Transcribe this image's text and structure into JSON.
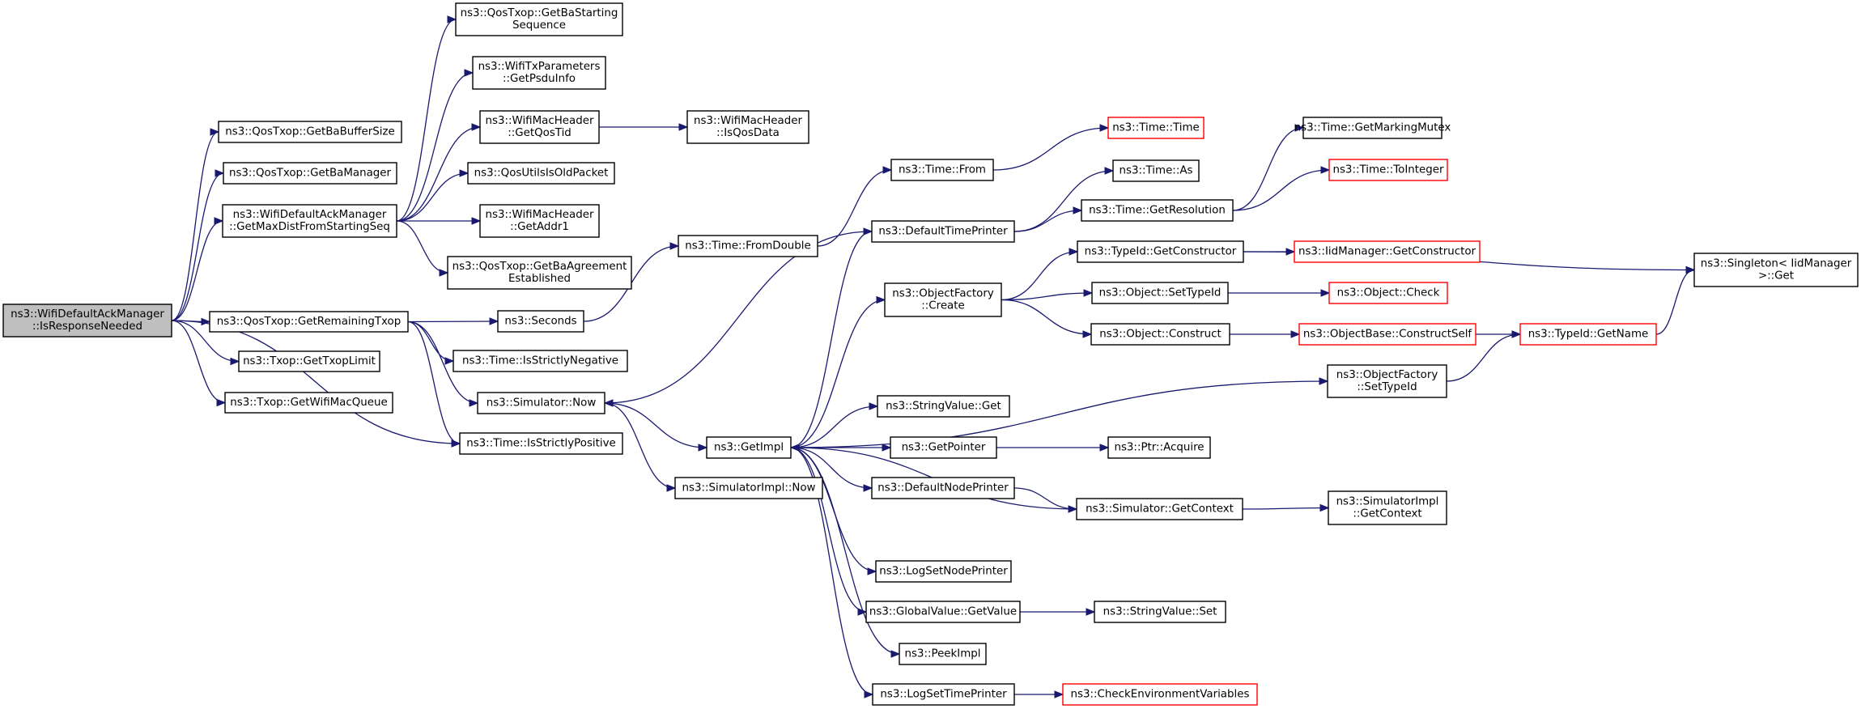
{
  "nodes": [
    {
      "id": "root",
      "lines": [
        "ns3::WifiDefaultAckManager",
        "::IsResponseNeeded"
      ],
      "root": true
    },
    {
      "id": "getBaBufferSize",
      "lines": [
        "ns3::QosTxop::GetBaBufferSize"
      ]
    },
    {
      "id": "getBaManager",
      "lines": [
        "ns3::QosTxop::GetBaManager"
      ]
    },
    {
      "id": "getMaxDist",
      "lines": [
        "ns3::WifiDefaultAckManager",
        "::GetMaxDistFromStartingSeq"
      ]
    },
    {
      "id": "getRemainingTxop",
      "lines": [
        "ns3::QosTxop::GetRemainingTxop"
      ]
    },
    {
      "id": "getTxopLimit",
      "lines": [
        "ns3::Txop::GetTxopLimit"
      ]
    },
    {
      "id": "getWifiMacQueue",
      "lines": [
        "ns3::Txop::GetWifiMacQueue"
      ]
    },
    {
      "id": "isStrictlyPositive",
      "lines": [
        "ns3::Time::IsStrictlyPositive"
      ]
    },
    {
      "id": "getBaStartingSeq",
      "lines": [
        "ns3::QosTxop::GetBaStarting",
        "Sequence"
      ]
    },
    {
      "id": "getPsduInfo",
      "lines": [
        "ns3::WifiTxParameters",
        "::GetPsduInfo"
      ]
    },
    {
      "id": "getQosTid",
      "lines": [
        "ns3::WifiMacHeader",
        "::GetQosTid"
      ]
    },
    {
      "id": "isQosData",
      "lines": [
        "ns3::WifiMacHeader",
        "::IsQosData"
      ]
    },
    {
      "id": "qosUtilsIsOldPacket",
      "lines": [
        "ns3::QosUtilsIsOldPacket"
      ]
    },
    {
      "id": "getAddr1",
      "lines": [
        "ns3::WifiMacHeader",
        "::GetAddr1"
      ]
    },
    {
      "id": "getBaAgreement",
      "lines": [
        "ns3::QosTxop::GetBaAgreement",
        "Established"
      ]
    },
    {
      "id": "seconds",
      "lines": [
        "ns3::Seconds"
      ]
    },
    {
      "id": "isStrictlyNegative",
      "lines": [
        "ns3::Time::IsStrictlyNegative"
      ]
    },
    {
      "id": "simulatorNow",
      "lines": [
        "ns3::Simulator::Now"
      ]
    },
    {
      "id": "fromDouble",
      "lines": [
        "ns3::Time::FromDouble"
      ]
    },
    {
      "id": "timeFrom",
      "lines": [
        "ns3::Time::From"
      ]
    },
    {
      "id": "timeTime",
      "lines": [
        "ns3::Time::Time"
      ],
      "red": true
    },
    {
      "id": "defaultTimePrinter",
      "lines": [
        "ns3::DefaultTimePrinter"
      ]
    },
    {
      "id": "timeAs",
      "lines": [
        "ns3::Time::As"
      ]
    },
    {
      "id": "getResolution",
      "lines": [
        "ns3::Time::GetResolution"
      ]
    },
    {
      "id": "getMarkingMutex",
      "lines": [
        "ns3::Time::GetMarkingMutex"
      ]
    },
    {
      "id": "toInteger",
      "lines": [
        "ns3::Time::ToInteger"
      ],
      "red": true
    },
    {
      "id": "getImpl",
      "lines": [
        "ns3::GetImpl"
      ]
    },
    {
      "id": "simulatorImplNow",
      "lines": [
        "ns3::SimulatorImpl::Now"
      ]
    },
    {
      "id": "objectFactoryCreate",
      "lines": [
        "ns3::ObjectFactory",
        "::Create"
      ]
    },
    {
      "id": "typeIdGetConstructor",
      "lines": [
        "ns3::TypeId::GetConstructor"
      ]
    },
    {
      "id": "iidManagerGetConstructor",
      "lines": [
        "ns3::IidManager::GetConstructor"
      ],
      "red": true
    },
    {
      "id": "singletonGet",
      "lines": [
        "ns3::Singleton< IidManager",
        " >::Get"
      ]
    },
    {
      "id": "objectSetTypeId",
      "lines": [
        "ns3::Object::SetTypeId"
      ]
    },
    {
      "id": "objectCheck",
      "lines": [
        "ns3::Object::Check"
      ],
      "red": true
    },
    {
      "id": "objectConstruct",
      "lines": [
        "ns3::Object::Construct"
      ]
    },
    {
      "id": "constructSelf",
      "lines": [
        "ns3::ObjectBase::ConstructSelf"
      ],
      "red": true
    },
    {
      "id": "typeIdGetName",
      "lines": [
        "ns3::TypeId::GetName"
      ],
      "red": true
    },
    {
      "id": "objectFactorySetTypeId",
      "lines": [
        "ns3::ObjectFactory",
        "::SetTypeId"
      ]
    },
    {
      "id": "stringValueGet",
      "lines": [
        "ns3::StringValue::Get"
      ]
    },
    {
      "id": "getPointer",
      "lines": [
        "ns3::GetPointer"
      ]
    },
    {
      "id": "ptrAcquire",
      "lines": [
        "ns3::Ptr::Acquire"
      ]
    },
    {
      "id": "defaultNodePrinter",
      "lines": [
        "ns3::DefaultNodePrinter"
      ]
    },
    {
      "id": "simulatorGetContext",
      "lines": [
        "ns3::Simulator::GetContext"
      ]
    },
    {
      "id": "simulatorImplGetContext",
      "lines": [
        "ns3::SimulatorImpl",
        "::GetContext"
      ]
    },
    {
      "id": "logSetNodePrinter",
      "lines": [
        "ns3::LogSetNodePrinter"
      ]
    },
    {
      "id": "globalValueGetValue",
      "lines": [
        "ns3::GlobalValue::GetValue"
      ]
    },
    {
      "id": "stringValueSet",
      "lines": [
        "ns3::StringValue::Set"
      ]
    },
    {
      "id": "peekImpl",
      "lines": [
        "ns3::PeekImpl"
      ]
    },
    {
      "id": "logSetTimePrinter",
      "lines": [
        "ns3::LogSetTimePrinter"
      ]
    },
    {
      "id": "checkEnvVars",
      "lines": [
        "ns3::CheckEnvironmentVariables"
      ],
      "red": true
    }
  ],
  "edges": [
    [
      "root",
      "getBaBufferSize"
    ],
    [
      "root",
      "getBaManager"
    ],
    [
      "root",
      "getMaxDist"
    ],
    [
      "root",
      "getRemainingTxop"
    ],
    [
      "root",
      "getTxopLimit"
    ],
    [
      "root",
      "getWifiMacQueue"
    ],
    [
      "root",
      "isStrictlyPositive"
    ],
    [
      "getMaxDist",
      "getBaStartingSeq"
    ],
    [
      "getMaxDist",
      "getPsduInfo"
    ],
    [
      "getMaxDist",
      "getQosTid"
    ],
    [
      "getMaxDist",
      "qosUtilsIsOldPacket"
    ],
    [
      "getMaxDist",
      "getAddr1"
    ],
    [
      "getMaxDist",
      "getBaAgreement"
    ],
    [
      "getQosTid",
      "isQosData"
    ],
    [
      "getRemainingTxop",
      "seconds"
    ],
    [
      "getRemainingTxop",
      "isStrictlyNegative"
    ],
    [
      "getRemainingTxop",
      "simulatorNow"
    ],
    [
      "getRemainingTxop",
      "isStrictlyPositive"
    ],
    [
      "seconds",
      "fromDouble"
    ],
    [
      "fromDouble",
      "timeFrom"
    ],
    [
      "timeFrom",
      "timeTime"
    ],
    [
      "simulatorNow",
      "getImpl"
    ],
    [
      "simulatorNow",
      "simulatorImplNow"
    ],
    [
      "defaultTimePrinter",
      "simulatorNow"
    ],
    [
      "defaultTimePrinter",
      "timeAs"
    ],
    [
      "defaultTimePrinter",
      "getResolution"
    ],
    [
      "getResolution",
      "getMarkingMutex"
    ],
    [
      "getResolution",
      "toInteger"
    ],
    [
      "getImpl",
      "defaultTimePrinter"
    ],
    [
      "getImpl",
      "objectFactoryCreate"
    ],
    [
      "getImpl",
      "objectFactorySetTypeId"
    ],
    [
      "getImpl",
      "stringValueGet"
    ],
    [
      "getImpl",
      "getPointer"
    ],
    [
      "getImpl",
      "defaultNodePrinter"
    ],
    [
      "getImpl",
      "logSetNodePrinter"
    ],
    [
      "getImpl",
      "globalValueGetValue"
    ],
    [
      "getImpl",
      "peekImpl"
    ],
    [
      "getImpl",
      "logSetTimePrinter"
    ],
    [
      "objectFactoryCreate",
      "typeIdGetConstructor"
    ],
    [
      "objectFactoryCreate",
      "objectSetTypeId"
    ],
    [
      "objectFactoryCreate",
      "objectConstruct"
    ],
    [
      "typeIdGetConstructor",
      "iidManagerGetConstructor"
    ],
    [
      "typeIdGetConstructor",
      "singletonGet"
    ],
    [
      "objectSetTypeId",
      "objectCheck"
    ],
    [
      "objectConstruct",
      "constructSelf"
    ],
    [
      "constructSelf",
      "typeIdGetName"
    ],
    [
      "typeIdGetName",
      "singletonGet"
    ],
    [
      "objectFactorySetTypeId",
      "typeIdGetName"
    ],
    [
      "getPointer",
      "ptrAcquire"
    ],
    [
      "defaultNodePrinter",
      "simulatorGetContext"
    ],
    [
      "simulatorGetContext",
      "getImpl"
    ],
    [
      "simulatorGetContext",
      "simulatorImplGetContext"
    ],
    [
      "globalValueGetValue",
      "stringValueSet"
    ],
    [
      "logSetTimePrinter",
      "checkEnvVars"
    ]
  ],
  "colors": {
    "edge": "#191970",
    "red_border": "#ff0000",
    "root_fill": "#bfbfbf"
  }
}
